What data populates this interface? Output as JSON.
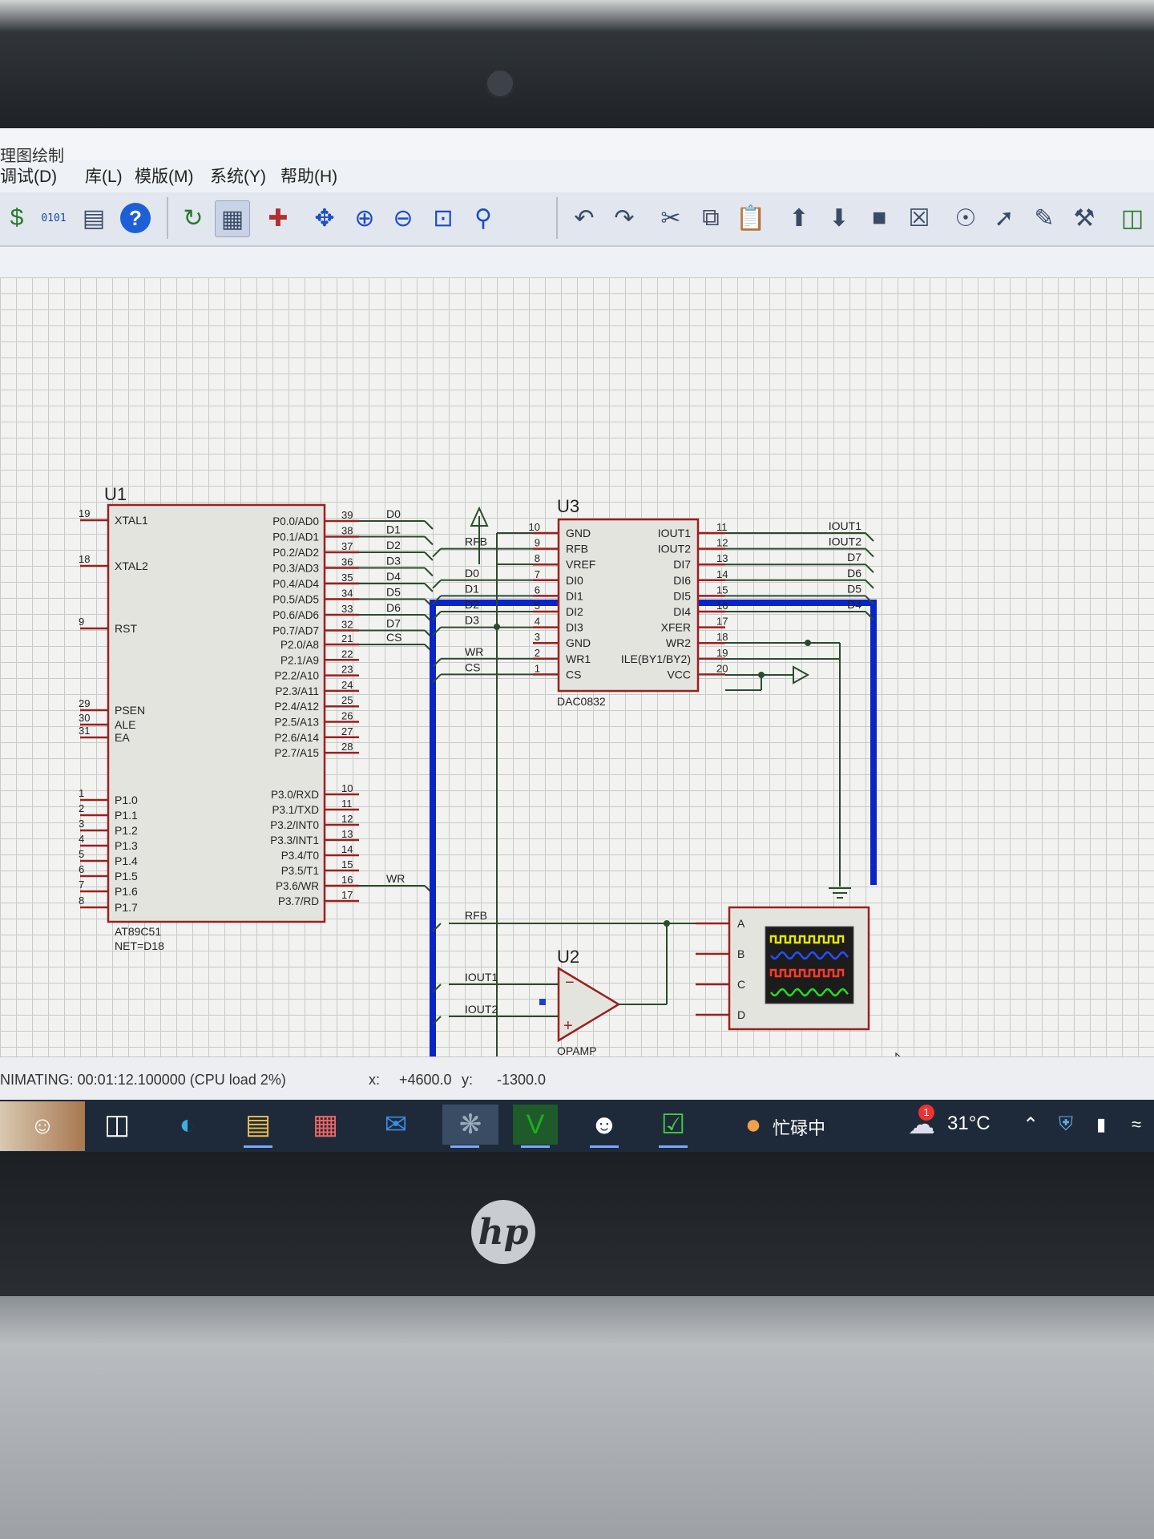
{
  "window": {
    "title_fragment": "理图绘制"
  },
  "menu": [
    {
      "label": "调试(D)"
    },
    {
      "label": "库(L)"
    },
    {
      "label": "模版(M)"
    },
    {
      "label": "系统(Y)"
    },
    {
      "label": "帮助(H)"
    }
  ],
  "toolbar": {
    "icons": [
      "dollar-icon",
      "binary-icon",
      "document-icon",
      "help-icon",
      "refresh-icon",
      "grid-icon",
      "origin-icon",
      "pan-icon",
      "zoom-in-icon",
      "zoom-out-icon",
      "zoom-all-icon",
      "zoom-area-icon",
      "undo-icon",
      "redo-icon",
      "cut-icon",
      "copy-icon",
      "paste-icon",
      "block-copy-icon",
      "block-move-icon",
      "block-rotate-icon",
      "block-delete-icon",
      "pick-device-icon",
      "make-device-icon",
      "package-tool-icon",
      "decompose-icon",
      "netlist-icon"
    ],
    "active": "grid-icon"
  },
  "schematic": {
    "u1": {
      "ref": "U1",
      "part": "AT89C51",
      "net": "NET=D18",
      "left_pins": [
        {
          "num": "19",
          "name": "XTAL1"
        },
        {
          "num": "18",
          "name": "XTAL2"
        },
        {
          "num": "9",
          "name": "RST"
        },
        {
          "num": "29",
          "name": "PSEN"
        },
        {
          "num": "30",
          "name": "ALE"
        },
        {
          "num": "31",
          "name": "EA"
        },
        {
          "num": "1",
          "name": "P1.0"
        },
        {
          "num": "2",
          "name": "P1.1"
        },
        {
          "num": "3",
          "name": "P1.2"
        },
        {
          "num": "4",
          "name": "P1.3"
        },
        {
          "num": "5",
          "name": "P1.4"
        },
        {
          "num": "6",
          "name": "P1.5"
        },
        {
          "num": "7",
          "name": "P1.6"
        },
        {
          "num": "8",
          "name": "P1.7"
        }
      ],
      "right_pins": [
        {
          "num": "39",
          "name": "P0.0/AD0",
          "net": "D0"
        },
        {
          "num": "38",
          "name": "P0.1/AD1",
          "net": "D1"
        },
        {
          "num": "37",
          "name": "P0.2/AD2",
          "net": "D2"
        },
        {
          "num": "36",
          "name": "P0.3/AD3",
          "net": "D3"
        },
        {
          "num": "35",
          "name": "P0.4/AD4",
          "net": "D4"
        },
        {
          "num": "34",
          "name": "P0.5/AD5",
          "net": "D5"
        },
        {
          "num": "33",
          "name": "P0.6/AD6",
          "net": "D6"
        },
        {
          "num": "32",
          "name": "P0.7/AD7",
          "net": "D7"
        },
        {
          "num": "21",
          "name": "P2.0/A8",
          "net": "CS"
        },
        {
          "num": "22",
          "name": "P2.1/A9",
          "net": ""
        },
        {
          "num": "23",
          "name": "P2.2/A10",
          "net": ""
        },
        {
          "num": "24",
          "name": "P2.3/A11",
          "net": ""
        },
        {
          "num": "25",
          "name": "P2.4/A12",
          "net": ""
        },
        {
          "num": "26",
          "name": "P2.5/A13",
          "net": ""
        },
        {
          "num": "27",
          "name": "P2.6/A14",
          "net": ""
        },
        {
          "num": "28",
          "name": "P2.7/A15",
          "net": ""
        },
        {
          "num": "10",
          "name": "P3.0/RXD",
          "net": ""
        },
        {
          "num": "11",
          "name": "P3.1/TXD",
          "net": ""
        },
        {
          "num": "12",
          "name": "P3.2/INT0",
          "net": ""
        },
        {
          "num": "13",
          "name": "P3.3/INT1",
          "net": ""
        },
        {
          "num": "14",
          "name": "P3.4/T0",
          "net": ""
        },
        {
          "num": "15",
          "name": "P3.5/T1",
          "net": ""
        },
        {
          "num": "16",
          "name": "P3.6/WR",
          "net": "WR"
        },
        {
          "num": "17",
          "name": "P3.7/RD",
          "net": ""
        }
      ]
    },
    "u3": {
      "ref": "U3",
      "part": "DAC0832",
      "left_pins": [
        {
          "num": "10",
          "name": "GND",
          "net": ""
        },
        {
          "num": "9",
          "name": "RFB",
          "net": "RFB"
        },
        {
          "num": "8",
          "name": "VREF",
          "net": ""
        },
        {
          "num": "7",
          "name": "DI0",
          "net": "D0"
        },
        {
          "num": "6",
          "name": "DI1",
          "net": "D1"
        },
        {
          "num": "5",
          "name": "DI2",
          "net": "D2"
        },
        {
          "num": "4",
          "name": "DI3",
          "net": "D3"
        },
        {
          "num": "3",
          "name": "GND",
          "net": ""
        },
        {
          "num": "2",
          "name": "WR1",
          "net": "WR"
        },
        {
          "num": "1",
          "name": "CS",
          "net": "CS"
        }
      ],
      "right_pins": [
        {
          "num": "11",
          "name": "IOUT1",
          "net": "IOUT1"
        },
        {
          "num": "12",
          "name": "IOUT2",
          "net": "IOUT2"
        },
        {
          "num": "13",
          "name": "DI7",
          "net": "D7"
        },
        {
          "num": "14",
          "name": "DI6",
          "net": "D6"
        },
        {
          "num": "15",
          "name": "DI5",
          "net": "D5"
        },
        {
          "num": "16",
          "name": "DI4",
          "net": "D4"
        },
        {
          "num": "17",
          "name": "XFER",
          "net": ""
        },
        {
          "num": "18",
          "name": "WR2",
          "net": ""
        },
        {
          "num": "19",
          "name": "ILE(BY1/BY2)",
          "net": ""
        },
        {
          "num": "20",
          "name": "VCC",
          "net": ""
        }
      ]
    },
    "u2": {
      "ref": "U2",
      "part": "OPAMP",
      "minus": "−",
      "plus": "+",
      "nets": [
        "RFB",
        "IOUT1",
        "IOUT2"
      ]
    },
    "scope": {
      "channels": [
        "A",
        "B",
        "C",
        "D"
      ],
      "trace_colors": [
        "#e8e800",
        "#2a4cff",
        "#ff3a2a",
        "#22dd22"
      ]
    },
    "bus_color": "#0a24c8",
    "wire_color": "#2d4a2d",
    "component_border": "#9a2020"
  },
  "status": {
    "animation": "NIMATING: 00:01:12.100000 (CPU load 2%)",
    "x_label": "x:",
    "x_value": "+4600.0",
    "y_label": "y:",
    "y_value": "-1300.0"
  },
  "taskbar": {
    "apps": [
      "avatar-icon",
      "taskview-icon",
      "edge-icon",
      "explorer-icon",
      "store-icon",
      "mail-icon",
      "proteus-icon",
      "keil-icon",
      "qq-icon",
      "ie-icon"
    ],
    "status_label": "忙碌中",
    "weather_badge": "1",
    "temperature": "31°C"
  },
  "device": {
    "brand": "hp"
  }
}
